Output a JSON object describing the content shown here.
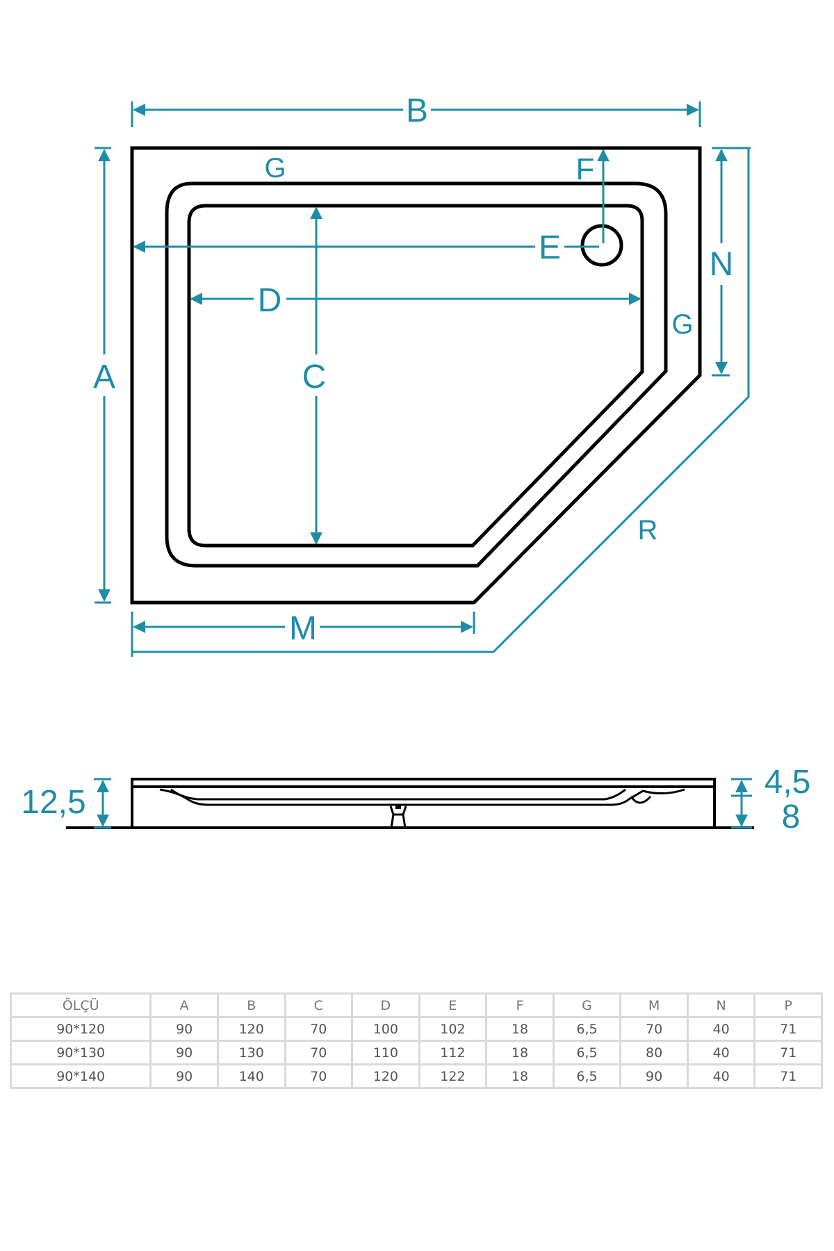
{
  "plan_labels": {
    "B": "B",
    "A": "A",
    "G_top": "G",
    "G_side": "G",
    "F": "F",
    "E": "E",
    "D": "D",
    "C": "C",
    "N": "N",
    "R": "R",
    "M": "M"
  },
  "section_labels": {
    "left_height": "12,5",
    "right_top": "4,5",
    "right_bottom": "8"
  },
  "colors": {
    "dimension": "#1f8ca6",
    "outline": "#000000",
    "table_border": "#d9d9d9"
  },
  "table": {
    "headers": [
      "ÖLÇÜ",
      "A",
      "B",
      "C",
      "D",
      "E",
      "F",
      "G",
      "M",
      "N",
      "P"
    ],
    "rows": [
      [
        "90*120",
        "90",
        "120",
        "70",
        "100",
        "102",
        "18",
        "6,5",
        "70",
        "40",
        "71"
      ],
      [
        "90*130",
        "90",
        "130",
        "70",
        "110",
        "112",
        "18",
        "6,5",
        "80",
        "40",
        "71"
      ],
      [
        "90*140",
        "90",
        "140",
        "70",
        "120",
        "122",
        "18",
        "6,5",
        "90",
        "40",
        "71"
      ]
    ]
  }
}
